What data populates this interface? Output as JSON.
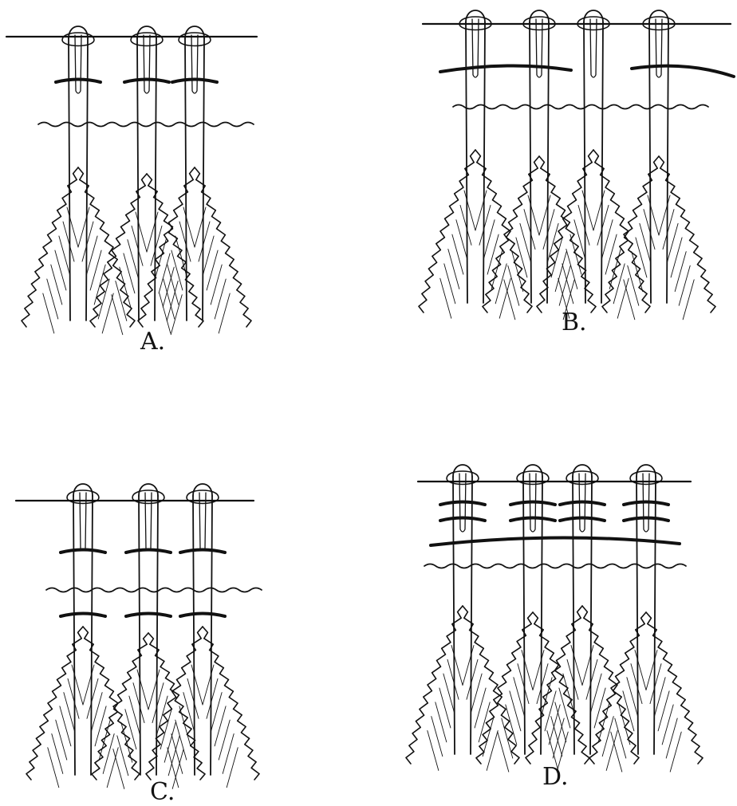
{
  "panels": [
    {
      "id": "A",
      "label": "A.",
      "feathers": 3,
      "binding": "two-wrap"
    },
    {
      "id": "B",
      "label": "B.",
      "feathers": 4,
      "binding": "long-cord"
    },
    {
      "id": "C",
      "label": "C.",
      "feathers": 3,
      "binding": "three-wrap"
    },
    {
      "id": "D",
      "label": "D.",
      "feathers": 4,
      "binding": "long-cord-plus-wraps"
    }
  ],
  "colors": {
    "ink": "#111111",
    "paper": "#ffffff"
  }
}
